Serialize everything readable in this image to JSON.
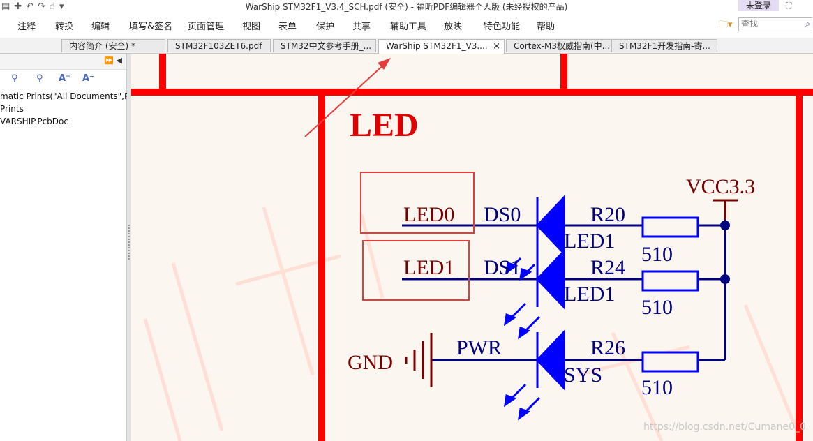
{
  "window": {
    "title": "WarShip STM32F1_V3.4_SCH.pdf (安全) - 福昕PDF编辑器个人版 (未经授权的产品)",
    "login_label": "未登录",
    "quick_access_icons": [
      "document-icon",
      "new-icon",
      "undo-icon",
      "redo-icon",
      "hand-tool-icon"
    ]
  },
  "menubar": {
    "items": [
      "注释",
      "转换",
      "编辑",
      "填写&签名",
      "页面管理",
      "视图",
      "表单",
      "保护",
      "共享",
      "辅助工具",
      "放映",
      "特色功能",
      "帮助"
    ],
    "search_placeholder": "查找"
  },
  "tabs": [
    {
      "label": "内容简介 (安全) *",
      "active": false
    },
    {
      "label": "STM32F103ZET6.pdf",
      "active": false
    },
    {
      "label": "STM32中文参考手册_...",
      "active": false
    },
    {
      "label": "WarShip STM32F1_V3....",
      "active": true,
      "close": "×"
    },
    {
      "label": "Cortex-M3权威指南(中...",
      "active": false
    },
    {
      "label": "STM32F1开发指南-寄...",
      "active": false
    }
  ],
  "sidebar": {
    "controls": "⏩ ◀",
    "tool_icons": [
      "bookmark-icon",
      "bookmark-add-icon",
      "font-increase-icon",
      "font-decrease-icon"
    ],
    "tool_labels": [
      "A⁺",
      "A⁻"
    ],
    "rows": [
      "matic Prints(\"All Documents\",Phy",
      "Prints",
      "VARSHIP.PcbDoc"
    ]
  },
  "schematic": {
    "section_title": "LED",
    "power_label": "VCC3.3",
    "ground_label": "GND",
    "nets": [
      {
        "net": "LED0",
        "ref": "DS0",
        "part": "LED1",
        "resistor": "R20",
        "value": "510"
      },
      {
        "net": "LED1",
        "ref": "DS1",
        "part": "LED1",
        "resistor": "R24",
        "value": "510"
      },
      {
        "net": "",
        "ref": "PWR",
        "part": "SYS",
        "resistor": "R26",
        "value": "510"
      }
    ],
    "watermark_url": "https://blog.csdn.net/Cumane0_0",
    "colors": {
      "frame": "#ff0000",
      "wire": "#000080",
      "label": "#7a0000",
      "diode": "#0000ff",
      "annotation": "#e63c3c",
      "page_bg": "#fcf6f0"
    }
  }
}
